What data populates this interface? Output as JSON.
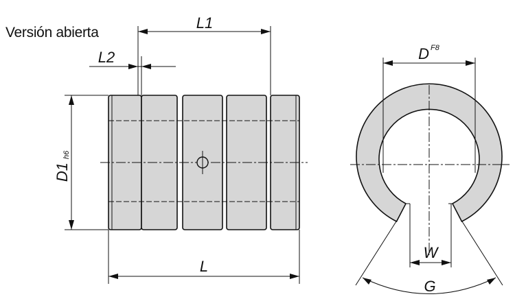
{
  "caption": "Versión abierta",
  "labels": {
    "L1": "L1",
    "L2": "L2",
    "D1": "D1",
    "D1_tol": "h6",
    "L": "L",
    "D": "D",
    "D_tol": "F8",
    "W": "W",
    "G": "G"
  }
}
